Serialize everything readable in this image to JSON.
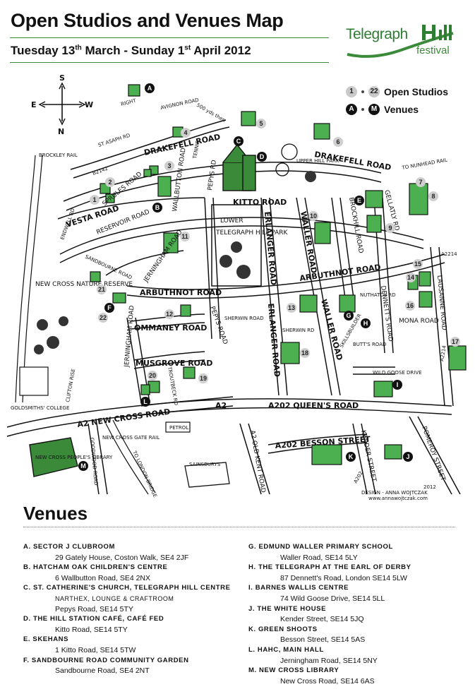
{
  "header": {
    "title": "Open Studios and Venues Map",
    "date_from": "Tuesday 13",
    "date_from_sup": "th",
    "date_mid": " March - Sunday 1",
    "date_to_sup": "st",
    "date_to": " April 2012"
  },
  "logo": {
    "telegraph": "Telegraph",
    "hill": "Hill",
    "festival": "festival"
  },
  "legend": {
    "studios_from": "1",
    "studios_to": "22",
    "studios_label": "Open Studios",
    "venues_from": "A",
    "venues_to": "M",
    "venues_label": "Venues"
  },
  "map": {
    "compass": {
      "n": "N",
      "s": "S",
      "e": "E",
      "w": "W"
    },
    "roads": {
      "avignon": "AVIGNON ROAD",
      "st_asaph": "ST ASAPH RD",
      "drakefell_w": "DRAKEFELL ROAD",
      "drakefell_e": "DRAKEFELL ROAD",
      "b2142": "B2142",
      "sprules": "SPRULES ROAD",
      "wallbutton": "WALLBUTTON ROAD",
      "pepys_n": "PEPYS RD",
      "kitto": "KITTO ROAD",
      "erlanger_n": "ERLANGER ROAD",
      "waller_n": "WALLER ROAD",
      "brodrick": "BROCKHILL ROAD",
      "gellatly": "GELLATLY RD",
      "vesta": "VESTA ROAD",
      "endwell": "ENDWELL RD",
      "reservoir": "RESERVOIR ROAD",
      "sandbourne": "SANDBOURNE ROAD",
      "jerningham_n": "JERNINGHAM ROAD",
      "arbuthnot_w": "ARBUTHNOT ROAD",
      "arbuthnot_e": "ARBUTHNOT ROAD",
      "ommaney": "OMMANEY ROAD",
      "pepys_s": "PEPYS ROAD",
      "erlanger_s": "ERLANGER ROAD",
      "shernin_rd": "SHERWIN RD",
      "shernin": "SHERWIN ROAD",
      "waller_s": "WALLER ROAD",
      "dennetts": "DENNETT'S ROAD",
      "mona": "MONA ROAD",
      "lausanne": "LAUSANNE ROAD",
      "musgrove": "MUSGROVE ROAD",
      "jerningham_s": "JERNINGHAM ROAD",
      "troutbeck": "TROUTBECK RD",
      "wild_goose": "WILD GOOSE DRIVE",
      "a2214": "A2214",
      "a2214b": "A2214",
      "queens": "A202 QUEEN'S ROAD",
      "a2": "A2",
      "new_cross": "A2  NEW CROSS ROAD",
      "goodwood": "GOODWOOD ROAD",
      "old_kent": "A2  OLD KENT ROAD",
      "besson": "A202  BESSON STREET",
      "kender": "KENDER STREET",
      "pomeroy": "POMEROY STREET",
      "a202": "A202",
      "clifton": "CLIFTON RISE"
    },
    "labels": {
      "brockley_rail": "BROCKLEY RAIL",
      "nunhead_rail": "TO NUNHEAD RAIL",
      "yds": "500 yds then",
      "right": "RIGHT",
      "new_cross_gate": "NEW CROSS GATE RAIL",
      "london_bridge": "TO LONDON BRIDGE",
      "nature_reserve": "NEW CROSS NATURE RESERVE",
      "goldsmiths": "GOLDSMITHS' COLLEGE",
      "library": "NEW CROSS PEOPLE'S LIBRARY",
      "park": "TELEGRAPH HILL PARK",
      "lower": "LOWER",
      "upper": "UPPER HILL PARK",
      "petrol": "PETROL",
      "sainsburys": "SAINSBURYS",
      "design": "DESIGN - ANNA WOJTCZAK",
      "web": "www.annawojtczak.com",
      "year": "2012",
      "tennis": "TENNIS",
      "skillsbuilder": "SKILLSBUILDER",
      "nuthatch": "NUTHATCH RD",
      "butts": "BUTT'S ROAD"
    },
    "studios": [
      "1",
      "2",
      "3",
      "4",
      "5",
      "6",
      "7",
      "8",
      "9",
      "10",
      "11",
      "12",
      "13",
      "14",
      "15",
      "16",
      "17",
      "18",
      "19",
      "20",
      "21",
      "22"
    ],
    "venues": [
      "A",
      "B",
      "C",
      "D",
      "E",
      "F",
      "G",
      "H",
      "I",
      "J",
      "K",
      "L",
      "M"
    ]
  },
  "venues_section": {
    "heading": "Venues",
    "left": [
      {
        "name": "A. SECTOR J CLUBROOM",
        "address": "29 Gately House, Coston Walk, SE4 2JF"
      },
      {
        "name": "B. HATCHAM OAK CHILDREN'S CENTRE",
        "address": "6 Wallbutton Road, SE4 2NX"
      },
      {
        "name": "C. ST. CATHERINE'S CHURCH, TELEGRAPH HILL CENTRE",
        "sub": "NARTHEX, LOUNGE & CRAFTROOM",
        "address": "Pepys Road, SE14 5TY"
      },
      {
        "name": "D. THE HILL STATION CAFÉ, CAFÉ FED",
        "address": "Kitto Road, SE14 5TY"
      },
      {
        "name": "E. SKEHANS",
        "address": "1 Kitto Road, SE14 5TW"
      },
      {
        "name": "F. SANDBOURNE ROAD COMMUNITY GARDEN",
        "address": "Sandbourne Road, SE4 2NT"
      }
    ],
    "right": [
      {
        "name": "G. EDMUND WALLER PRIMARY SCHOOL",
        "address": "Waller Road, SE14 5LY"
      },
      {
        "name": "H. THE TELEGRAPH AT THE EARL OF DERBY",
        "address": "87 Dennett's Road, London SE14 5LW"
      },
      {
        "name": "I. BARNES WALLIS CENTRE",
        "address": "74 Wild Goose Drive, SE14 5LL"
      },
      {
        "name": "J. THE WHITE HOUSE",
        "address": "Kender Street, SE14 5JQ"
      },
      {
        "name": "K. GREEN SHOOTS",
        "address": "Besson Street, SE14 5AS"
      },
      {
        "name": "L. HAHC, MAIN HALL",
        "address": "Jerningham Road, SE14 5NY"
      },
      {
        "name": "M. NEW CROSS LIBRARY",
        "address": "New Cross Road, SE14 6AS"
      }
    ]
  }
}
